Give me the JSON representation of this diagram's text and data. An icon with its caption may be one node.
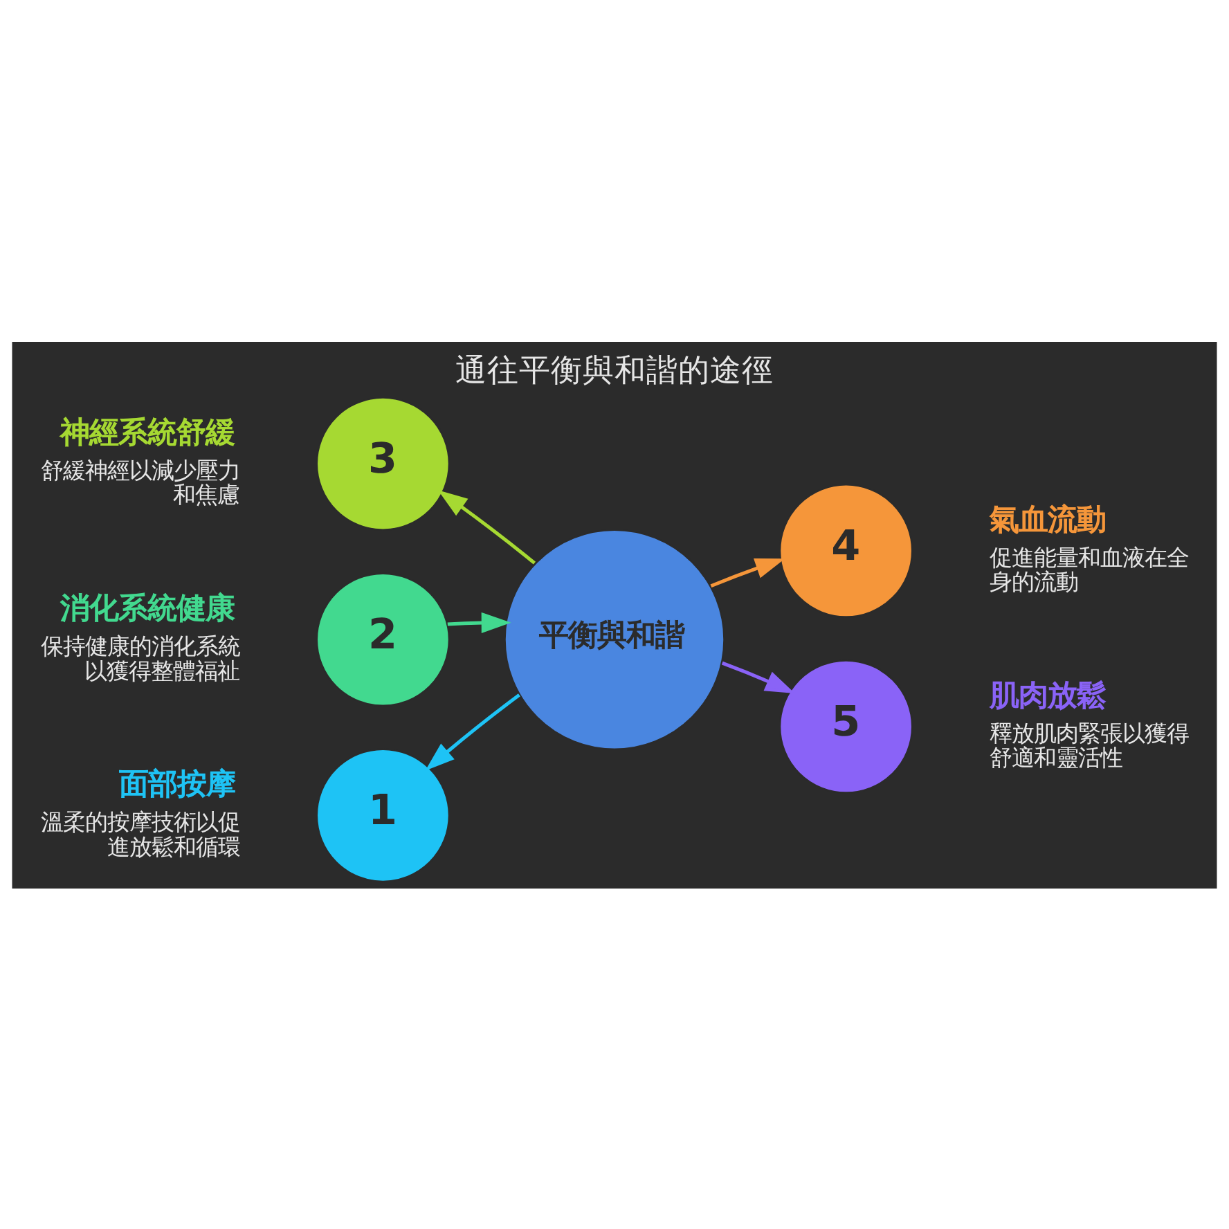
{
  "diagram": {
    "title": "通往平衡與和諧的途徑",
    "nodes": [
      {
        "text": [
          "平衡與和諧"
        ]
      },
      {
        "text": [
          "1"
        ],
        "beside": [
          "面部按摩",
          "溫柔的按摩技術以促進放鬆和循環"
        ]
      },
      {
        "text": [
          "2"
        ],
        "beside": [
          "消化系統健康",
          "保持健康的消化系統以獲得整體福祉"
        ]
      },
      {
        "text": [
          "3"
        ],
        "beside": [
          "神經系統舒緩",
          "舒緩神經以減少壓力和焦慮"
        ]
      },
      {
        "text": [
          "4"
        ],
        "beside": [
          "氣血流動",
          "促進能量和血液在全身的流動"
        ]
      },
      {
        "text": [
          "5"
        ],
        "beside": [
          "肌肉放鬆",
          "釋放肌肉緊張以獲得舒適和靈活性"
        ]
      }
    ],
    "edges": [
      {
        "from": 0,
        "to": 1,
        "arrow": "to",
        "color": "#1ec3f5"
      },
      {
        "from": 2,
        "to": 0,
        "arrow": "to",
        "color": "#42d98f"
      },
      {
        "from": 0,
        "to": 3,
        "arrow": "to",
        "color": "#a6d932"
      },
      {
        "from": 0,
        "to": 4,
        "arrow": "to",
        "color": "#f5963a"
      },
      {
        "from": 0,
        "to": 5,
        "arrow": "to",
        "color": "#8a63f7"
      }
    ]
  }
}
